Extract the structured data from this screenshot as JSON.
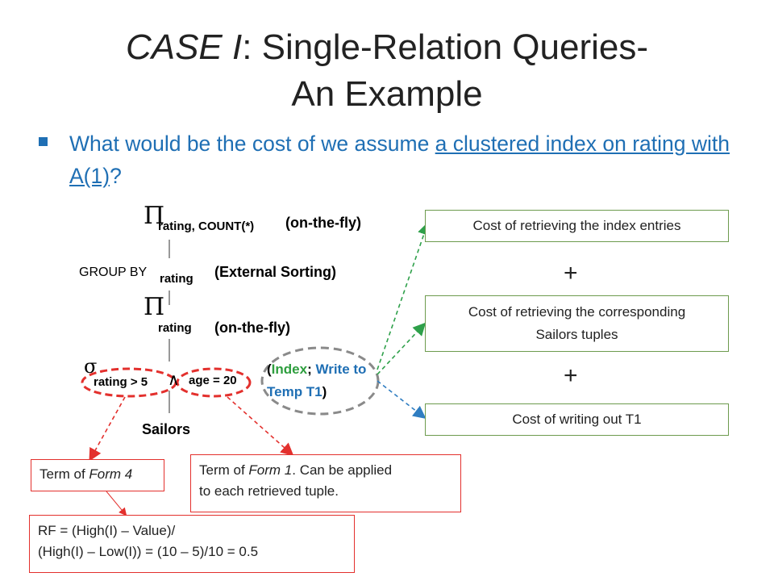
{
  "title": {
    "italic_part": "CASE I",
    "rest_line1": ": Single-Relation Queries-",
    "line2": "An Example"
  },
  "bullet": {
    "prefix": "What would be the cost of we assume ",
    "underlined": "a clustered index on rating with A(1)",
    "suffix": "?"
  },
  "plan": {
    "projection_top_attrs": "rating, COUNT(*)",
    "projection_top_note": "(on-the-fly)",
    "groupby_label": "GROUP BY",
    "groupby_attr": "rating",
    "groupby_note": "(External Sorting)",
    "projection_mid_attr": "rating",
    "projection_mid_note": "(on-the-fly)",
    "selection_left": "rating > 5",
    "selection_right": "age = 20",
    "selection_note_open": "(",
    "selection_note_index": "Index",
    "selection_note_sep": "; ",
    "selection_note_write": "Write to Temp T1",
    "selection_note_close": ")",
    "relation": "Sailors"
  },
  "cost_boxes": {
    "index_entries": "Cost of retrieving the index entries",
    "plus1": "+",
    "sailors_tuples_l1": "Cost of retrieving the corresponding",
    "sailors_tuples_l2": "Sailors tuples",
    "plus2": "+",
    "write_t1": "Cost of writing out T1"
  },
  "terms": {
    "form4_prefix": "Term of ",
    "form4_italic": "Form 4",
    "form1_prefix": "Term of ",
    "form1_italic": "Form 1",
    "form1_suffix": ". Can be applied",
    "form1_line2": "to each retrieved tuple.",
    "rf_line1": "RF = (High(I) – Value)/",
    "rf_line2": "(High(I) – Low(I)) = (10 – 5)/10 = 0.5"
  },
  "colors": {
    "title": "#222222",
    "bullet": "#1f6fb4",
    "green_border": "#6d9b4e",
    "red": "#e3302d",
    "index_green": "#2e9e3e",
    "write_blue": "#1f6fb4",
    "dashed_gray": "#8a8a8a",
    "green_arrow": "#2ea04a",
    "blue_arrow": "#2f7dc1"
  }
}
